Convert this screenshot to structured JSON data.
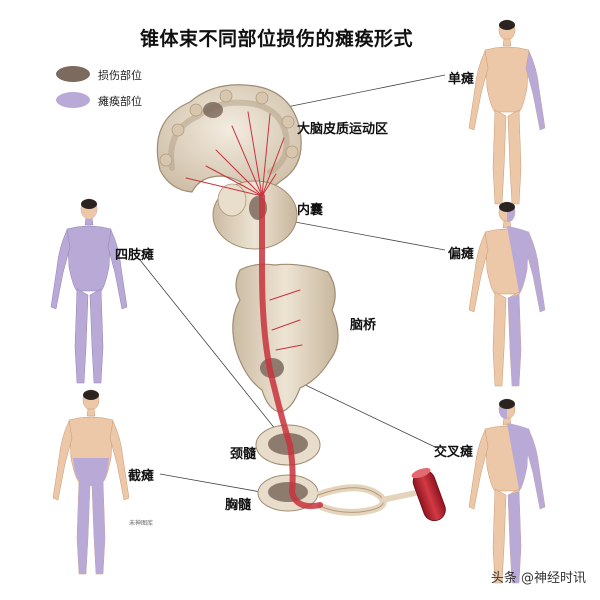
{
  "title": "锥体束不同部位损伤的瘫痪形式",
  "legend": {
    "injury_label": "损伤部位",
    "paralysis_label": "瘫痪部位",
    "injury_color": "#7d6a5e",
    "paralysis_color": "#b9a9d6"
  },
  "labels": {
    "motor_cortex": "大脑皮质运动区",
    "internal_capsule": "内囊",
    "pons": "脑桥",
    "cervical_cord": "颈髓",
    "thoracic_cord": "胸髓"
  },
  "paralysis_types": {
    "monoplegia": "单瘫",
    "tetraplegia": "四肢瘫",
    "hemiplegia": "偏瘫",
    "paraplegia": "截瘫",
    "crossed_paralysis": "交叉瘫"
  },
  "credit": "未神图库",
  "watermark": "头条 @神经时讯",
  "colors": {
    "skin": "#ecc8a8",
    "skin_shadow": "#d9ab86",
    "paralysis": "#b9a9d6",
    "tract": "#c8323c",
    "brain": "#e8dccb",
    "brain_shadow": "#c9b8a0"
  }
}
